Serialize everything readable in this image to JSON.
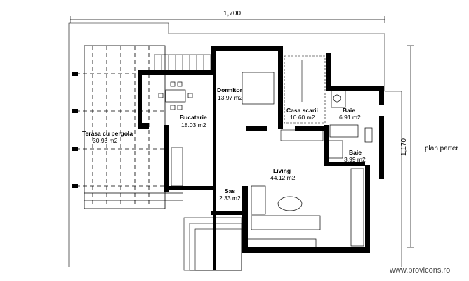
{
  "title": "plan parter",
  "dimensions": {
    "width": "1,700",
    "depth": "1,170"
  },
  "rooms": [
    {
      "name": "Terasa cu pergola",
      "area": "30.93 m2"
    },
    {
      "name": "Bucatarie",
      "area": "18.03 m2"
    },
    {
      "name": "Dormitor",
      "area": "13.97 m2"
    },
    {
      "name": "Casa scarii",
      "area": "10.60 m2"
    },
    {
      "name": "Baie",
      "area": "6.91 m2"
    },
    {
      "name": "Baie",
      "area": "3.99 m2"
    },
    {
      "name": "Living",
      "area": "44.12 m2"
    },
    {
      "name": "Sas",
      "area": "2.33 m2"
    }
  ],
  "watermark": "www.provicons.ro"
}
